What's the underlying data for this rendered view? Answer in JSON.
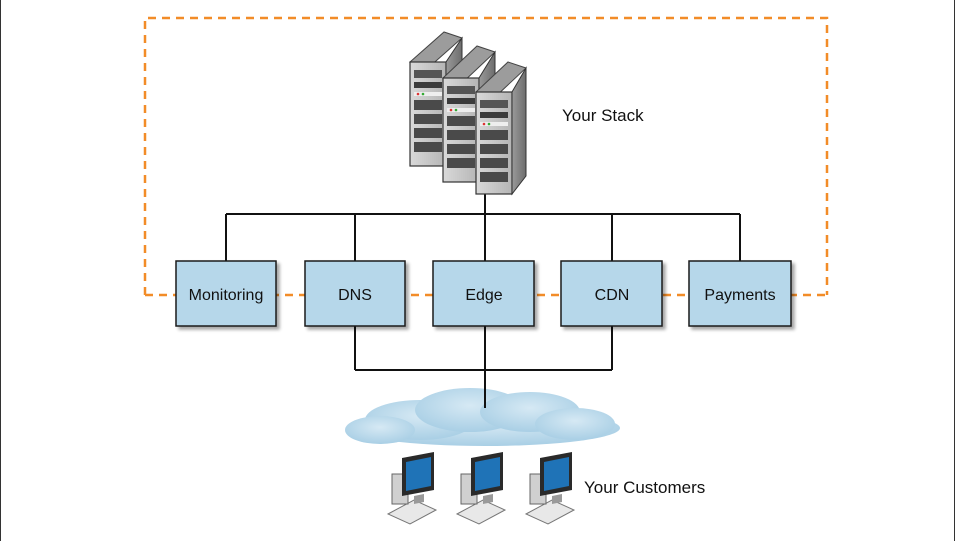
{
  "labels": {
    "stack": "Your Stack",
    "customers": "Your Customers"
  },
  "services": [
    {
      "label": "Monitoring"
    },
    {
      "label": "DNS"
    },
    {
      "label": "Edge"
    },
    {
      "label": "CDN"
    },
    {
      "label": "Payments"
    }
  ],
  "colors": {
    "service_fill": "#b6d7ea",
    "service_border": "#1a1a1a",
    "dashed_boundary": "#f28c28",
    "cloud": "#bcd9ea",
    "monitor_screen": "#1f73b7"
  },
  "icons": {
    "stack": "server-rack-icon",
    "network": "cloud-icon",
    "customer": "desktop-computer-icon"
  }
}
